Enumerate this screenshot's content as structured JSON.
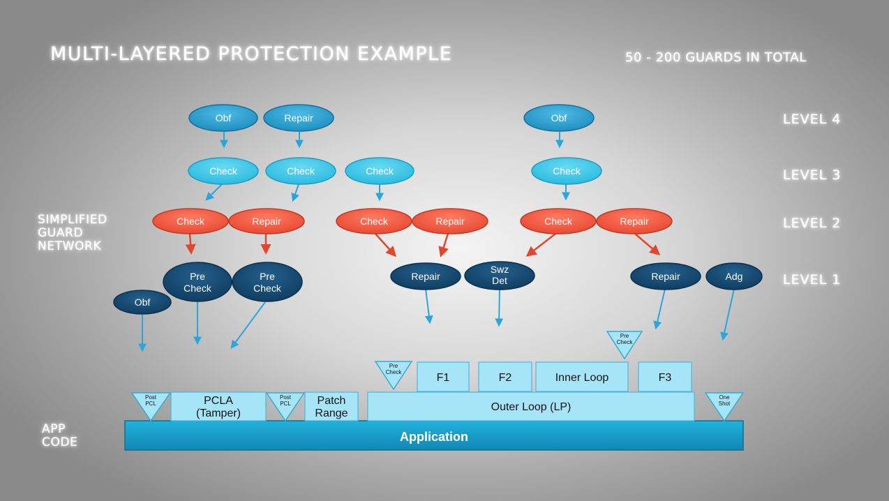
{
  "title": "MULTI-LAYERED PROTECTION EXAMPLE",
  "subtitle": "50 - 200 GUARDS IN TOTAL",
  "levels": {
    "l4": "LEVEL 4",
    "l3": "LEVEL 3",
    "l2": "LEVEL 2",
    "l1": "LEVEL 1"
  },
  "side_label": {
    "line1": "SIMPLIFIED",
    "line2": "GUARD",
    "line3": "NETWORK"
  },
  "app_label": {
    "line1": "APP",
    "line2": "CODE"
  },
  "colors": {
    "level4": "#2a9fd0",
    "level3": "#3cc6e8",
    "level2": "#f05a42",
    "level1": "#164a73",
    "arrow_blue": "#2aa6dc",
    "arrow_red": "#e4452e",
    "box_fill": "#a6e4f8",
    "app_fill": "#179ec8"
  },
  "nodes": {
    "l4_obf_a": {
      "label": "Obf"
    },
    "l4_repair": {
      "label": "Repair"
    },
    "l4_obf_b": {
      "label": "Obf"
    },
    "l3_check_a": {
      "label": "Check"
    },
    "l3_check_b": {
      "label": "Check"
    },
    "l3_check_c": {
      "label": "Check"
    },
    "l3_check_d": {
      "label": "Check"
    },
    "l2_check_a": {
      "label": "Check"
    },
    "l2_repair_a": {
      "label": "Repair"
    },
    "l2_check_b": {
      "label": "Check"
    },
    "l2_repair_b": {
      "label": "Repair"
    },
    "l2_check_c": {
      "label": "Check"
    },
    "l2_repair_c": {
      "label": "Repair"
    },
    "l1_obf": {
      "label": "Obf"
    },
    "l1_precheck_a": {
      "line1": "Pre",
      "line2": "Check"
    },
    "l1_precheck_b": {
      "line1": "Pre",
      "line2": "Check"
    },
    "l1_repair_a": {
      "label": "Repair"
    },
    "l1_swzdet": {
      "line1": "Swz",
      "line2": "Det"
    },
    "l1_repair_b": {
      "label": "Repair"
    },
    "l1_adg": {
      "label": "Adg"
    }
  },
  "code": {
    "pcla": {
      "line1": "PCLA",
      "line2": "(Tamper)"
    },
    "patch_range": {
      "line1": "Patch",
      "line2": "Range"
    },
    "outer_loop": "Outer Loop (LP)",
    "f1": "F1",
    "f2": "F2",
    "inner_loop": "Inner Loop",
    "f3": "F3",
    "application": "Application"
  },
  "triangles": {
    "post_pcl_a": {
      "line1": "Post",
      "line2": "PCL"
    },
    "post_pcl_b": {
      "line1": "Post",
      "line2": "PCL"
    },
    "one_shot": {
      "line1": "One",
      "line2": "Shot"
    },
    "pre_check_a": {
      "line1": "Pre",
      "line2": "Check"
    },
    "pre_check_b": {
      "line1": "Pre",
      "line2": "Check"
    }
  }
}
